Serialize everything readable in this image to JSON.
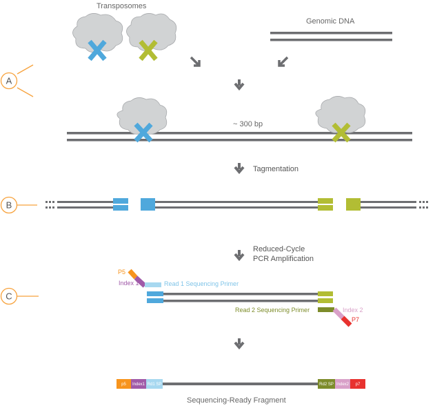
{
  "labels": {
    "transposomes": "Transposomes",
    "genomic_dna": "Genomic DNA",
    "bp": "~ 300 bp",
    "tagmentation": "Tagmentation",
    "pcr_line1": "Reduced-Cycle",
    "pcr_line2": "PCR Amplification",
    "p5": "P5",
    "index1": "Index 1",
    "read1": "Read 1 Sequencing Primer",
    "read2": "Read 2 Sequencing Primer",
    "index2": "Index 2",
    "p7": "P7",
    "final": "Sequencing-Ready Fragment"
  },
  "fragment": {
    "p5": "p5",
    "index1": "Index1",
    "rd1": "Rd1 SP",
    "rd2": "Rd2 SP",
    "index2": "Index2",
    "p7": "p7"
  },
  "steps": {
    "a": "A",
    "b": "B",
    "c": "C"
  },
  "colors": {
    "dna": "#6d6e71",
    "blue": "#4fa8dc",
    "green": "#b2bd34",
    "orange": "#f7941d",
    "purple": "#a05aa8",
    "light_blue": "#a7d8f0",
    "olive": "#7d8c2a",
    "pink": "#d9a0c8",
    "red": "#e8322f",
    "cloud": "#d1d3d4",
    "step_ring": "#f7a23c"
  }
}
